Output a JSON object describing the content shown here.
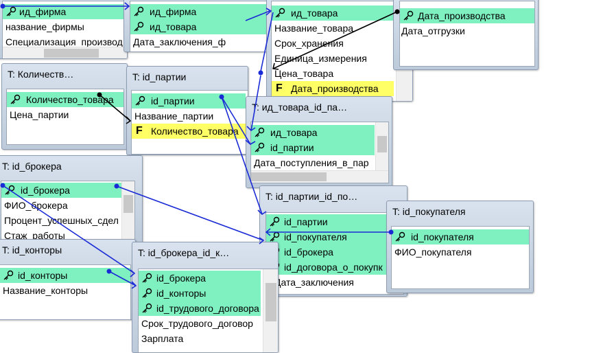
{
  "tables": [
    {
      "title": "",
      "rows": [
        {
          "label": "ид_фирма",
          "kind": "key"
        },
        {
          "label": "название_фирмы",
          "kind": "plain"
        },
        {
          "label": "Специализация_производ",
          "kind": "plain"
        }
      ]
    },
    {
      "title": "",
      "rows": [
        {
          "label": "ид_фирма",
          "kind": "key"
        },
        {
          "label": "ид_товара",
          "kind": "key"
        },
        {
          "label": "Дата_заключения_ф",
          "kind": "plain"
        }
      ]
    },
    {
      "title": "",
      "rows": [
        {
          "label": "ид_товара",
          "kind": "key"
        },
        {
          "label": "Название_товара",
          "kind": "plain"
        },
        {
          "label": "Срок_хранения",
          "kind": "plain"
        },
        {
          "label": "Единица_измерения",
          "kind": "plain"
        },
        {
          "label": "Цена_товара",
          "kind": "plain"
        },
        {
          "label": "Дата_производства",
          "kind": "fk"
        }
      ]
    },
    {
      "title": "",
      "rows": [
        {
          "label": "Дата_производства",
          "kind": "key"
        },
        {
          "label": "Дата_отгрузки",
          "kind": "plain"
        }
      ]
    },
    {
      "title": "T: Количеств…",
      "rows": [
        {
          "label": "Количество_товара",
          "kind": "key"
        },
        {
          "label": "Цена_партии",
          "kind": "plain"
        }
      ]
    },
    {
      "title": "T: id_партии",
      "rows": [
        {
          "label": "id_партии",
          "kind": "key"
        },
        {
          "label": "Название_партии",
          "kind": "plain"
        },
        {
          "label": "Количество_товара",
          "kind": "fk"
        }
      ]
    },
    {
      "title": "T: ид_товара_id_па…",
      "rows": [
        {
          "label": "ид_товара",
          "kind": "key"
        },
        {
          "label": "id_партии",
          "kind": "key"
        },
        {
          "label": "Дата_поступления_в_пар",
          "kind": "plain"
        }
      ]
    },
    {
      "title": "T: id_брокера",
      "rows": [
        {
          "label": "id_брокера",
          "kind": "key"
        },
        {
          "label": "ФИО_брокера",
          "kind": "plain"
        },
        {
          "label": "Процент_успешных_сдел",
          "kind": "plain"
        },
        {
          "label": "Стаж_работы",
          "kind": "plain"
        }
      ]
    },
    {
      "title": "T: id_партии_id_по…",
      "rows": [
        {
          "label": "id_партии",
          "kind": "key"
        },
        {
          "label": "id_покупателя",
          "kind": "key"
        },
        {
          "label": "id_брокера",
          "kind": "key"
        },
        {
          "label": "id_договора_о_покупк",
          "kind": "key"
        },
        {
          "label": "Дата_заключения",
          "kind": "plain"
        }
      ]
    },
    {
      "title": "T: id_покупателя",
      "rows": [
        {
          "label": "id_покупателя",
          "kind": "key"
        },
        {
          "label": "ФИО_покупателя",
          "kind": "plain"
        }
      ]
    },
    {
      "title": "T: id_конторы",
      "rows": [
        {
          "label": "id_конторы",
          "kind": "key"
        },
        {
          "label": "Название_конторы",
          "kind": "plain"
        }
      ]
    },
    {
      "title": "T: id_брокера_id_к…",
      "rows": [
        {
          "label": "id_брокера",
          "kind": "key"
        },
        {
          "label": "id_конторы",
          "kind": "key"
        },
        {
          "label": "id_трудового_договора",
          "kind": "key"
        },
        {
          "label": "Срок_трудового_договор",
          "kind": "plain"
        },
        {
          "label": "Зарплата",
          "kind": "plain"
        }
      ]
    }
  ],
  "relationships": [
    {
      "from": "ид_фирма",
      "to": "ид_фирма",
      "color": "#1a2bd6"
    },
    {
      "from": "ид_товара",
      "to": "ид_товара",
      "color": "#1a2bd6"
    },
    {
      "from": "Дата_производства",
      "to": "Дата_производства",
      "color": "#000000"
    },
    {
      "from": "Количество_товара",
      "to": "Количество_товара",
      "color": "#000000"
    },
    {
      "from": "ид_товара",
      "to": "ид_товара",
      "color": "#1a2bd6"
    },
    {
      "from": "id_партии",
      "to": "id_партии",
      "color": "#1a2bd6"
    },
    {
      "from": "id_партии",
      "to": "id_партии",
      "color": "#1a2bd6"
    },
    {
      "from": "id_брокера",
      "to": "id_брокера",
      "color": "#1a2bd6"
    },
    {
      "from": "id_брокера",
      "to": "id_брокера",
      "color": "#1a2bd6"
    },
    {
      "from": "id_покупателя",
      "to": "id_покупателя",
      "color": "#1a2bd6"
    },
    {
      "from": "id_конторы",
      "to": "id_конторы",
      "color": "#1a2bd6"
    }
  ],
  "colors": {
    "key_row": "#7ff0c0",
    "fk_row": "#ffff66",
    "link": "#1a2bd6",
    "link_black": "#000000"
  },
  "icons": {
    "key": "key-icon",
    "fk": "foreign-key-icon"
  }
}
